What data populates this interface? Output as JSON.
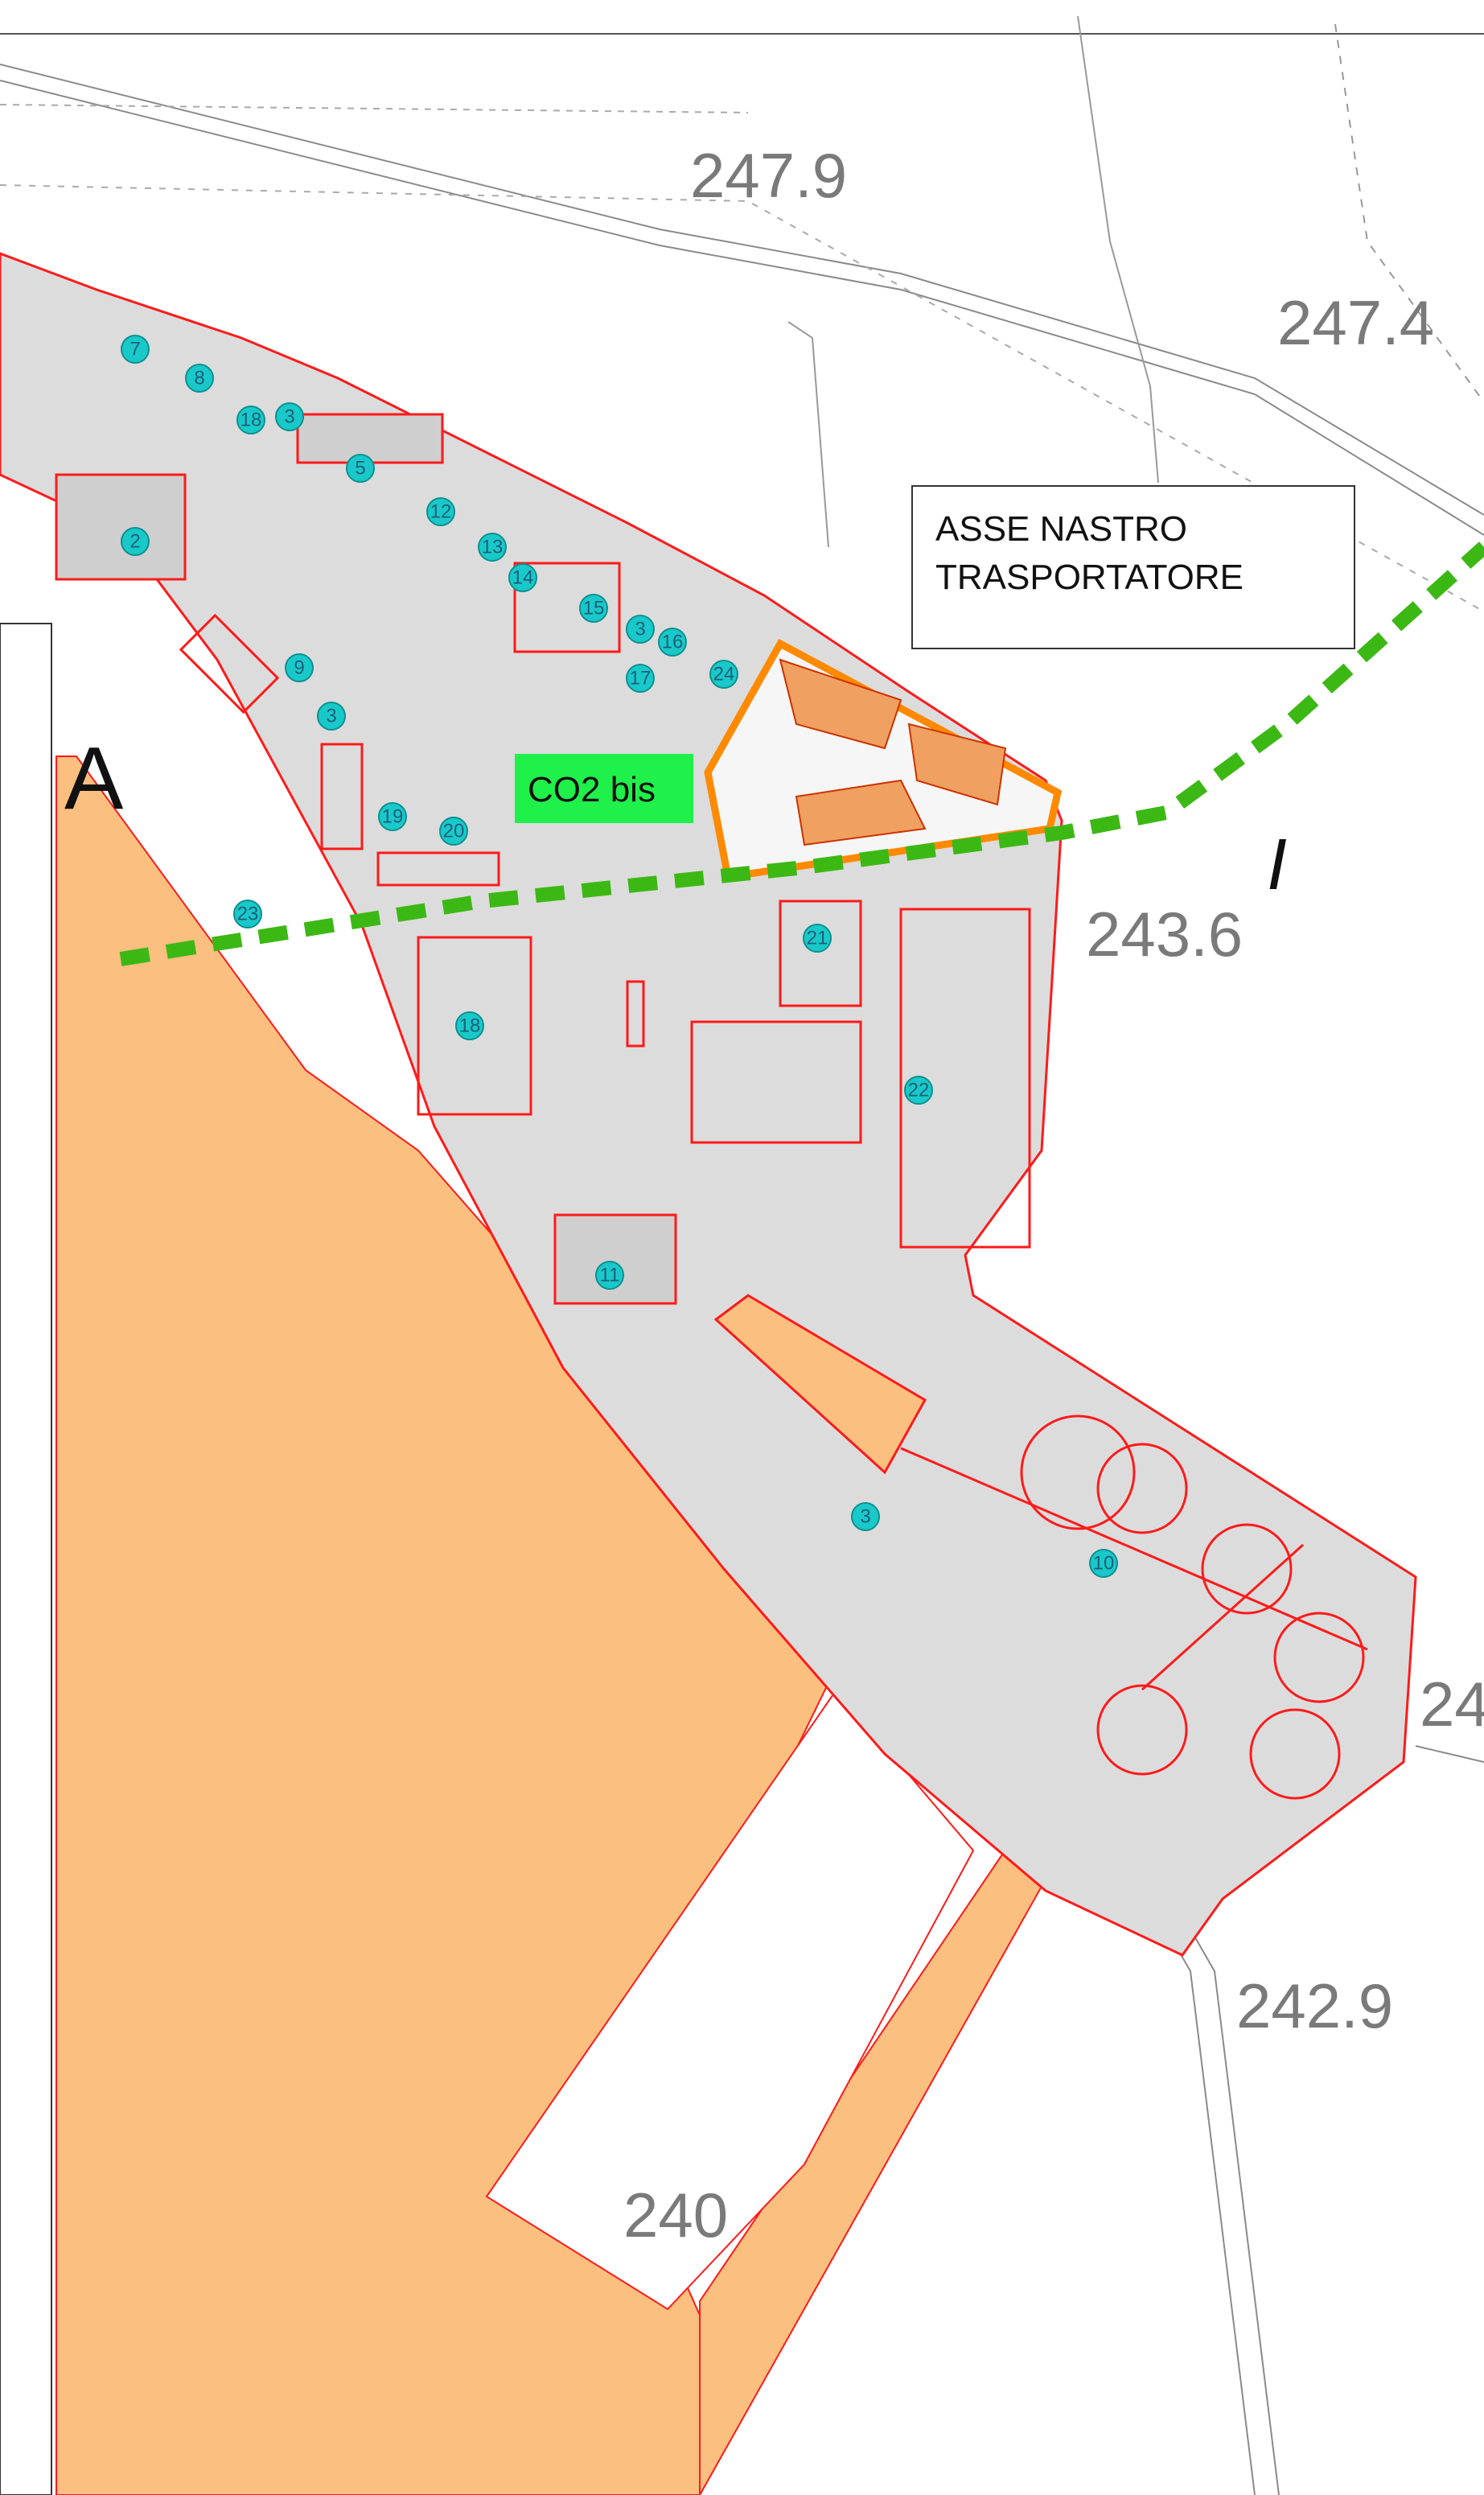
{
  "elevations": {
    "e1": "247.9",
    "e2": "247.4",
    "e3": "243.6",
    "e4": "242.9",
    "e5": "240",
    "e6": "24"
  },
  "labels": {
    "conveyor_axis_line1": "ASSE NASTRO",
    "conveyor_axis_line2": "TRASPORTATORE",
    "co2": "CO2 bis"
  },
  "partial_letters": {
    "left": "A",
    "right": "I"
  },
  "markers": [
    "2",
    "3",
    "3",
    "3",
    "3",
    "5",
    "7",
    "8",
    "9",
    "10",
    "11",
    "12",
    "13",
    "14",
    "15",
    "16",
    "17",
    "18",
    "18",
    "19",
    "20",
    "21",
    "22",
    "23",
    "24"
  ],
  "colors": {
    "site_fill": "#dcdcdc",
    "site_outline": "#ff1a1a",
    "quarry_fill": "#fbbf80",
    "conveyor_line": "#3cb815",
    "co2_area": "#ff8a00",
    "co2_label_bg": "#1ff04a",
    "marker_fill": "#19c9c9"
  }
}
